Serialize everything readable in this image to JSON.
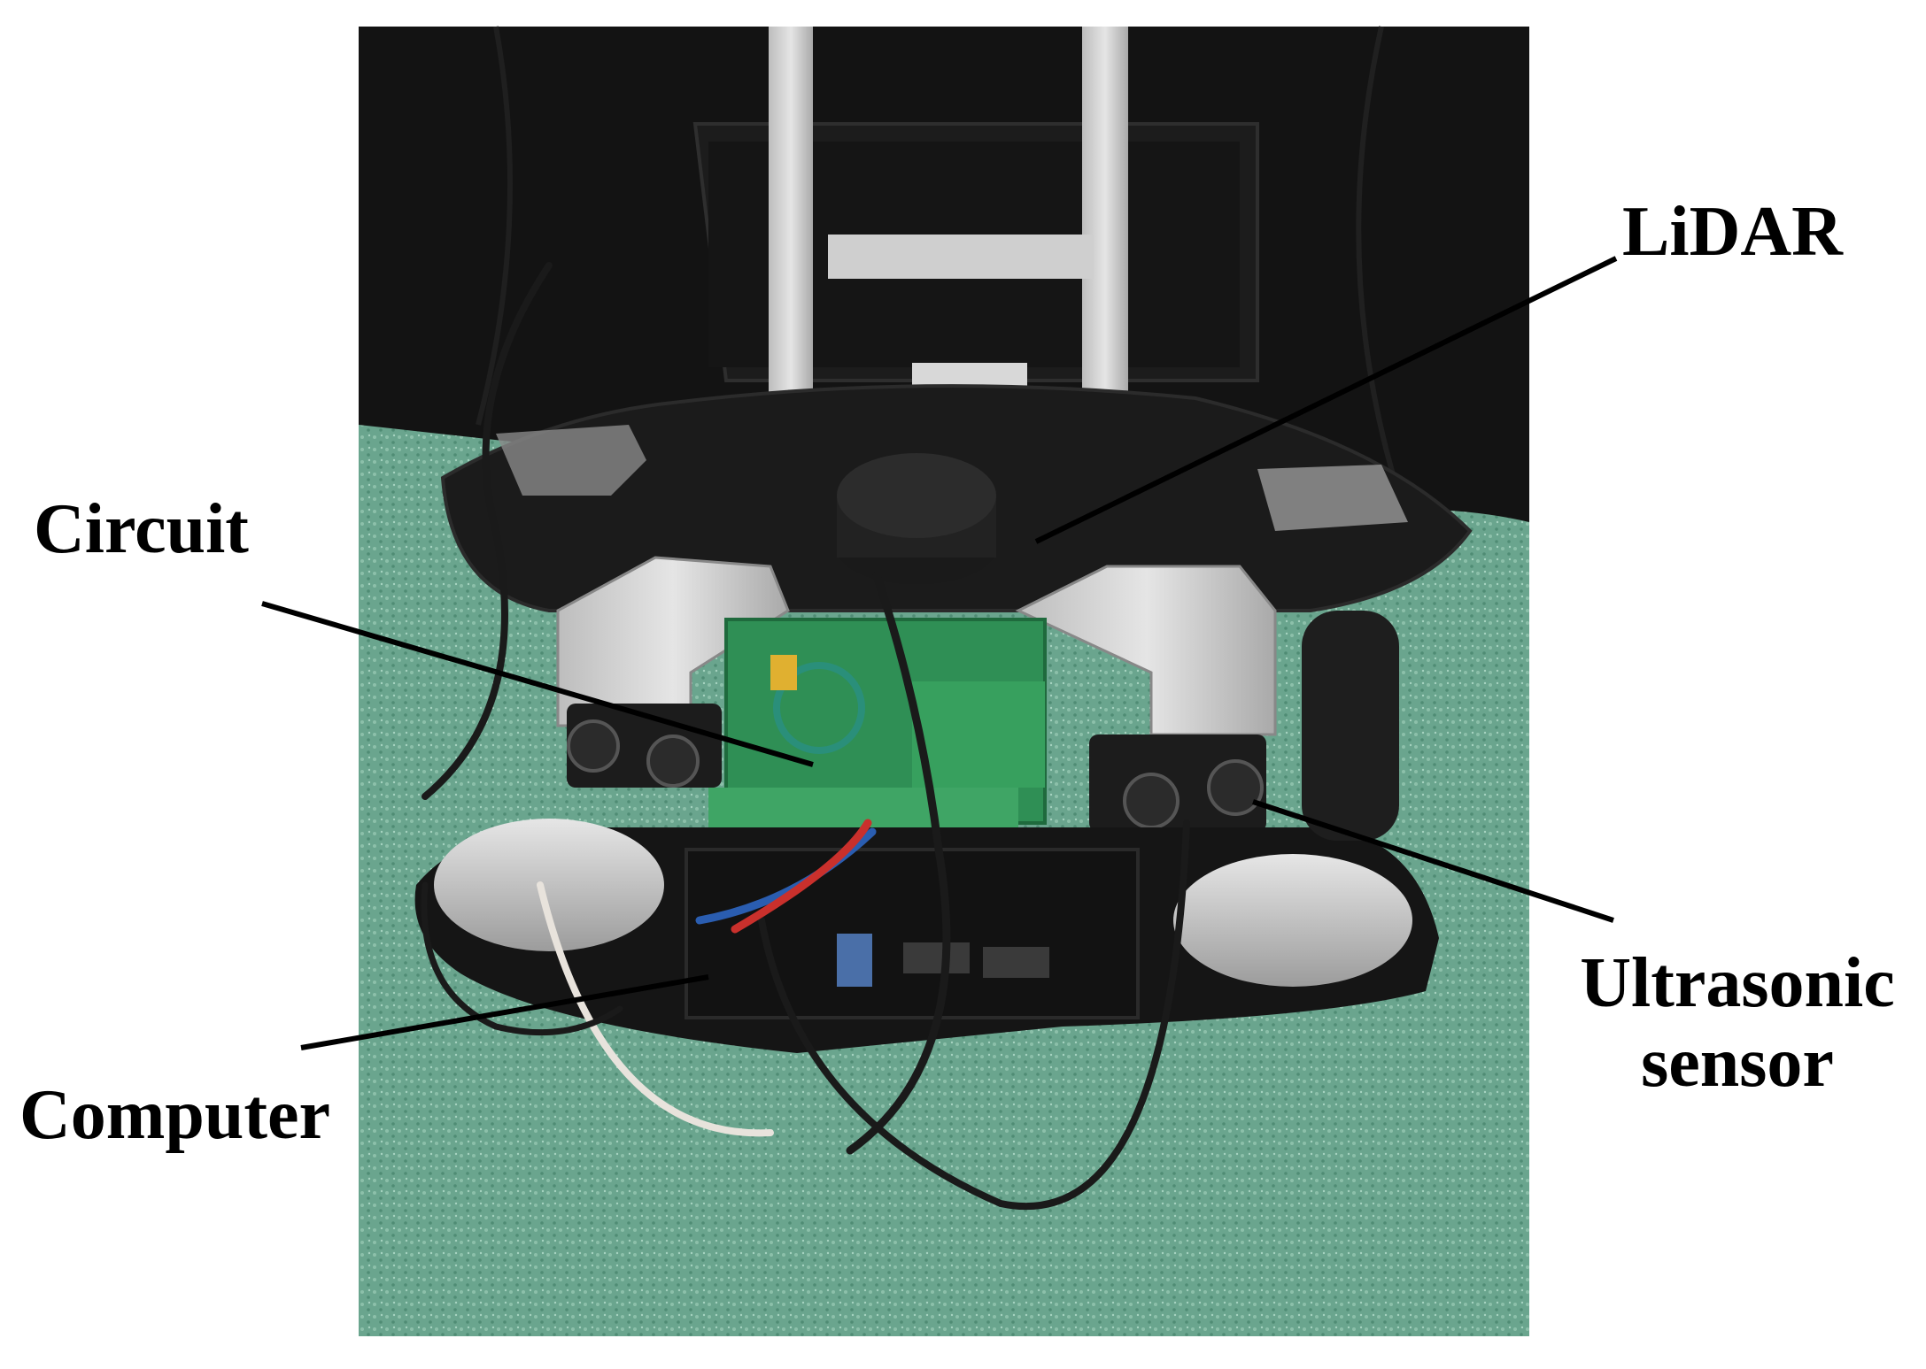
{
  "labels": {
    "lidar": "LiDAR",
    "circuit": "Circuit",
    "computer": "Computer",
    "ultrasonic_line1": "Ultrasonic",
    "ultrasonic_line2": "sensor"
  },
  "colors": {
    "carpet": "#6aa58e",
    "curtain": "#141414",
    "board_green": "#2f8f55",
    "cable_red": "#c9302c",
    "cable_blue": "#2a5db0"
  }
}
